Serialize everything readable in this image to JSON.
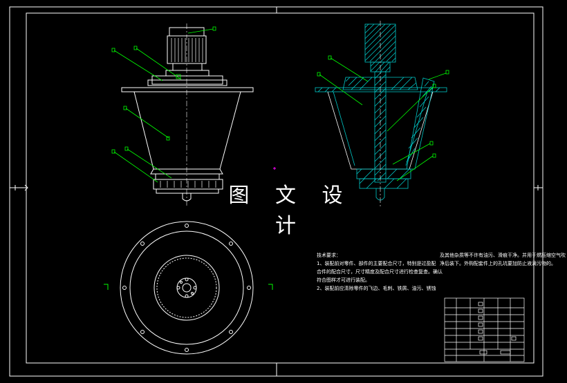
{
  "watermark": "图 文 设 计",
  "notes_left": {
    "title": "技术要求：",
    "lines": [
      "1、装配前对零件、部件的主要配合尺寸，特别是过盈配",
      "合件的配合尺寸，尺寸精度及配合尺寸进行检查复查。确认",
      "符合图样才可进行装配。",
      "2、装配前应清除零件的飞边、毛刺、铁屑、油污、锈蚀"
    ]
  },
  "notes_right": {
    "lines": [
      "及其他杂质等不许有油污、滑痕干净。并用于燃压缩空气吹",
      "净后装下。外购配套件上的孔坑要加防止液滴污物的。"
    ]
  },
  "colors": {
    "background": "#000000",
    "line": "#ffffff",
    "leader": "#00ff00",
    "hatch": "#00c8c8",
    "marker": "#ff00ff"
  }
}
